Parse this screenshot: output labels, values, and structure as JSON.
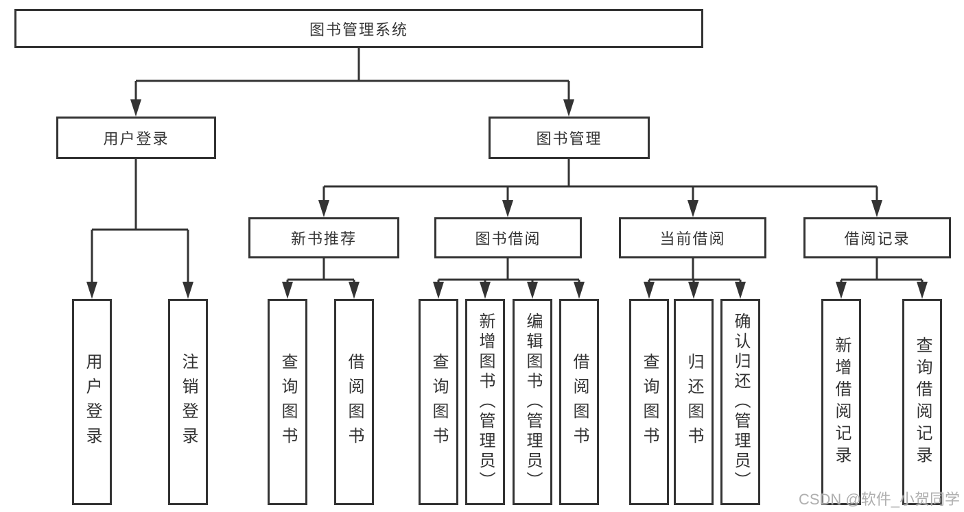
{
  "tree": {
    "root": {
      "label": "图书管理系统"
    },
    "children": [
      {
        "label": "用户登录",
        "children": [
          {
            "label": "用户登录"
          },
          {
            "label": "注销登录"
          }
        ]
      },
      {
        "label": "图书管理",
        "children": [
          {
            "label": "新书推荐",
            "children": [
              {
                "label": "查询图书"
              },
              {
                "label": "借阅图书"
              }
            ]
          },
          {
            "label": "图书借阅",
            "children": [
              {
                "label": "查询图书"
              },
              {
                "label": "新增图书（管理员）"
              },
              {
                "label": "编辑图书（管理员）"
              },
              {
                "label": "借阅图书"
              }
            ]
          },
          {
            "label": "当前借阅",
            "children": [
              {
                "label": "查询图书"
              },
              {
                "label": "归还图书"
              },
              {
                "label": "确认归还（管理员）"
              }
            ]
          },
          {
            "label": "借阅记录",
            "children": [
              {
                "label": "新增借阅记录"
              },
              {
                "label": "查询借阅记录"
              }
            ]
          }
        ]
      }
    ]
  },
  "watermark": {
    "text": "CSDN @软件_小贺同学"
  },
  "colors": {
    "line": "#333333",
    "text": "#333333",
    "box_background": "#ffffff",
    "watermark": "#a8a8a8"
  }
}
